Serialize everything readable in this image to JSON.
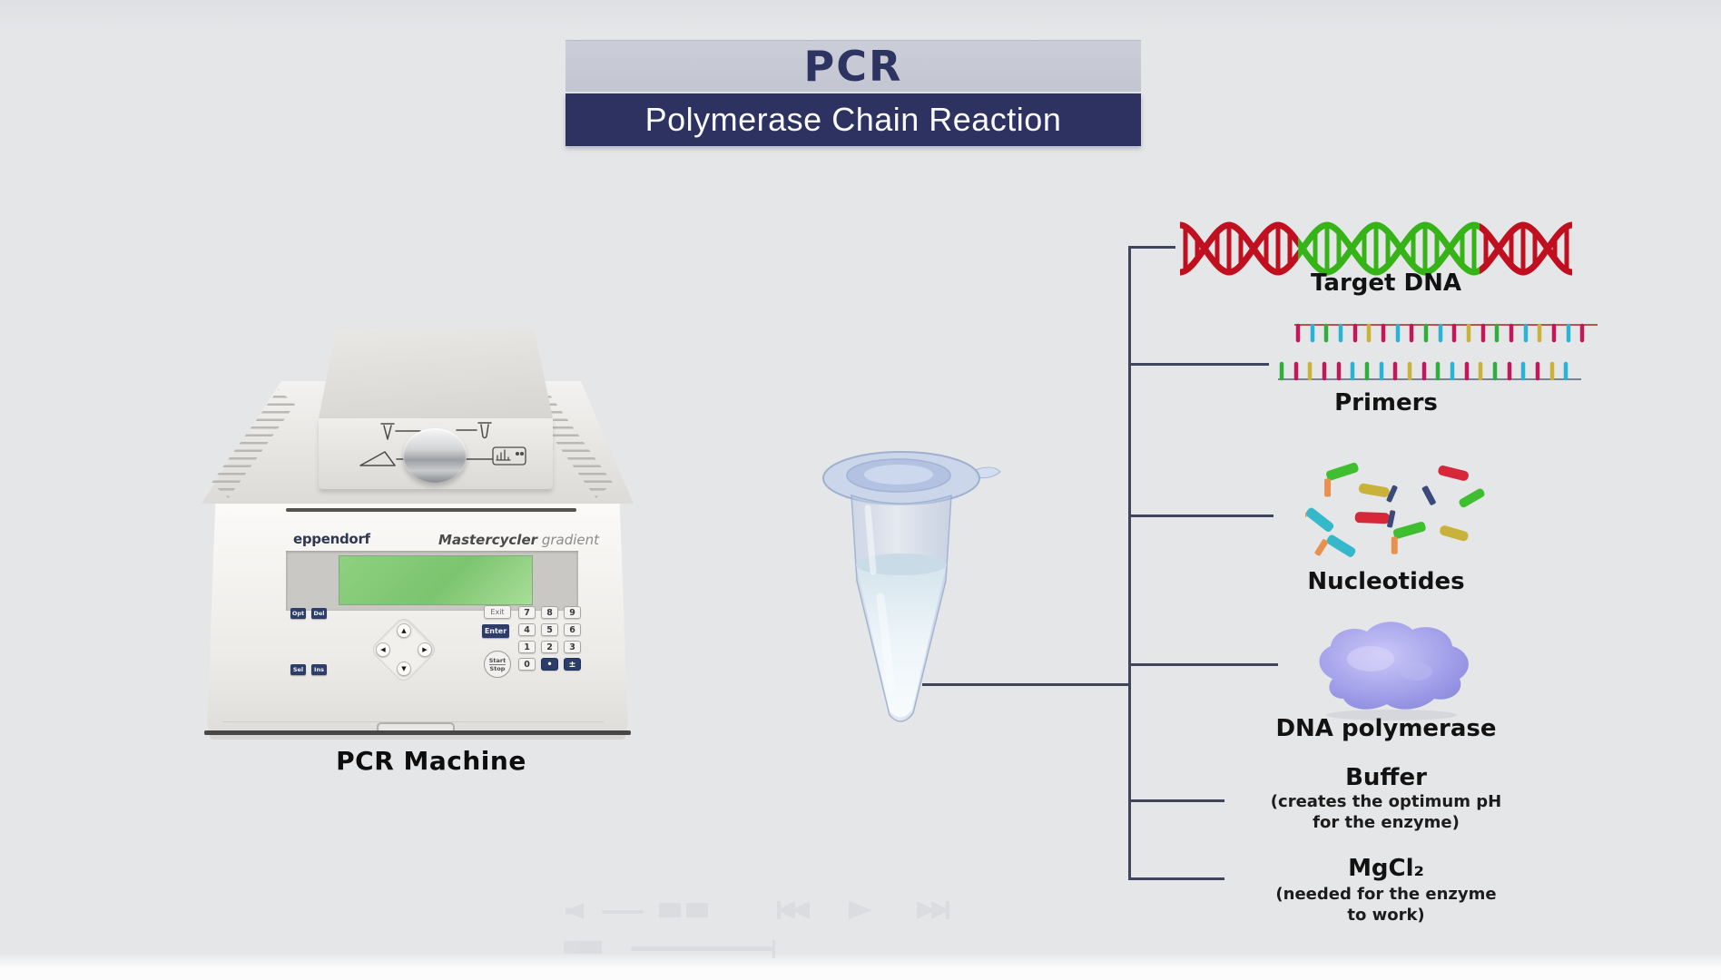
{
  "title": {
    "abbr": "PCR",
    "subtitle": "Polymerase Chain Reaction"
  },
  "machine": {
    "caption": "PCR Machine",
    "brand": "eppendorf",
    "model": "Mastercycler",
    "model_variant": "gradient",
    "keys": {
      "opt": "Opt",
      "del": "Del",
      "sel": "Sel",
      "ins": "Ins",
      "exit": "Exit",
      "enter": "Enter",
      "start": "Start",
      "stop": "Stop",
      "digits": [
        "7",
        "8",
        "9",
        "4",
        "5",
        "6",
        "1",
        "2",
        "3"
      ],
      "zero": "0",
      "decimal": "•",
      "plus_minus": "±"
    }
  },
  "components": [
    {
      "label": "Target DNA"
    },
    {
      "label": "Primers"
    },
    {
      "label": "Nucleotides"
    },
    {
      "label": "DNA polymerase"
    },
    {
      "label": "Buffer",
      "note_line1": "(creates the optimum pH",
      "note_line2": "for the enzyme)"
    },
    {
      "label": "MgCl₂",
      "note_line1": "(needed for the enzyme",
      "note_line2": "to work)"
    }
  ],
  "icons": {
    "dpad_up": "▲",
    "dpad_down": "▼",
    "dpad_left": "◀",
    "dpad_right": "▶",
    "lid_open_triangle": "△",
    "lid_tube_open": "⊻",
    "lid_tube_closed": "∪",
    "lid_heat_block": "▦",
    "player_speaker": "🔈",
    "player_rewind": "⏮",
    "player_play": "▶",
    "player_forward": "⏭"
  },
  "colors": {
    "banner_top_bg": "#c7c9d4",
    "banner_bottom_bg": "#2d3261",
    "banner_abbr_text": "#2e3462",
    "connector_line": "#3f455c",
    "label_text": "#121212",
    "dna_red": "#c0101f",
    "dna_green": "#36b417",
    "primer_crimson": "#c2185b",
    "primer_cyan": "#2ab3d4",
    "primer_green": "#2fae3e",
    "primer_yellow": "#c9b23a",
    "polymerase_fill": "#908ee0",
    "tube_tint": "#c7d4ec",
    "lcd_green": "#8ed180",
    "key_navy": "#2d3d69",
    "machine_body": "#efeeeb",
    "background": "#e5e6e8"
  }
}
